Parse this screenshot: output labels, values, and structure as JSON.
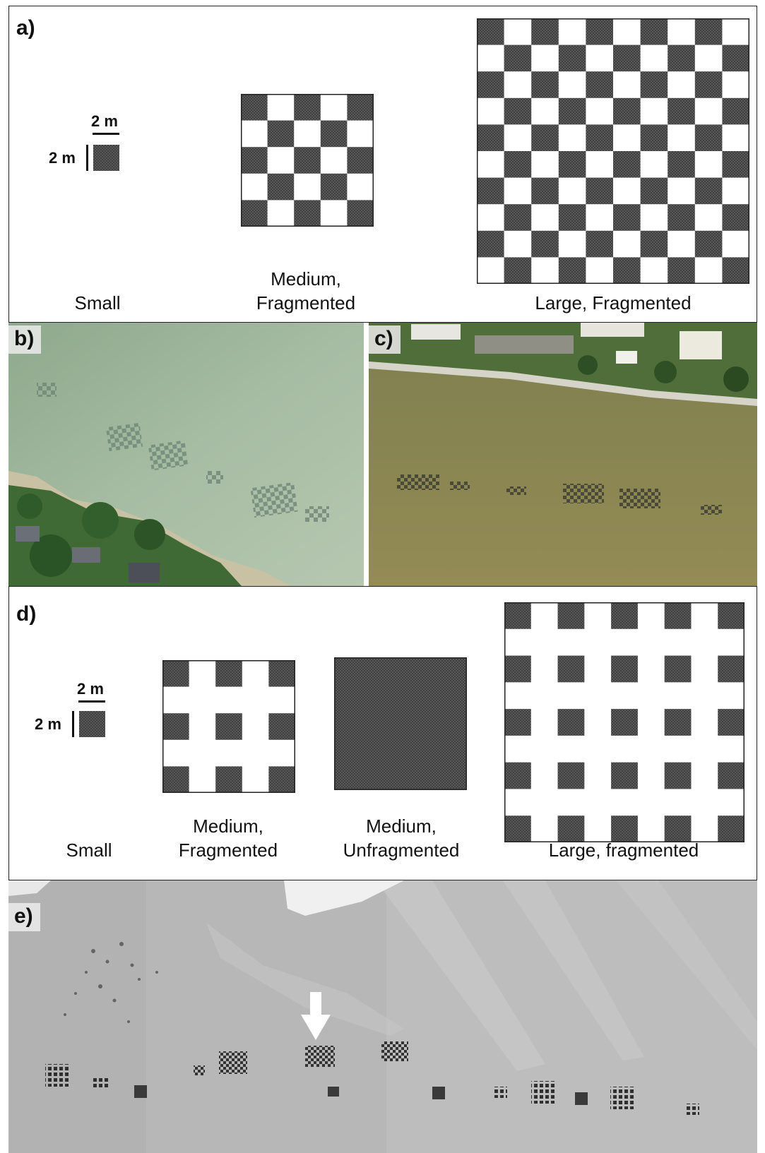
{
  "panel_a": {
    "label": "a)",
    "scale_width": "2 m",
    "scale_height": "2 m",
    "captions": {
      "small": "Small",
      "medium_line1": "Medium,",
      "medium_line2": "Fragmented",
      "large": "Large, Fragmented"
    }
  },
  "panel_b": {
    "label": "b)"
  },
  "panel_c": {
    "label": "c)"
  },
  "panel_d": {
    "label": "d)",
    "scale_width": "2 m",
    "scale_height": "2 m",
    "captions": {
      "small": "Small",
      "medium_frag_line1": "Medium,",
      "medium_frag_line2": "Fragmented",
      "medium_unfrag_line1": "Medium,",
      "medium_unfrag_line2": "Unfragmented",
      "large": "Large, fragmented"
    }
  },
  "panel_e": {
    "label": "e)",
    "marker": "arrow-icon"
  },
  "colors": {
    "cell_dark": "#555555",
    "cell_hatch": "#777777",
    "water_b": "#9fb59c",
    "water_c": "#8e8a55",
    "water_e": "#b8b8b8",
    "arrow": "#ffffff"
  }
}
